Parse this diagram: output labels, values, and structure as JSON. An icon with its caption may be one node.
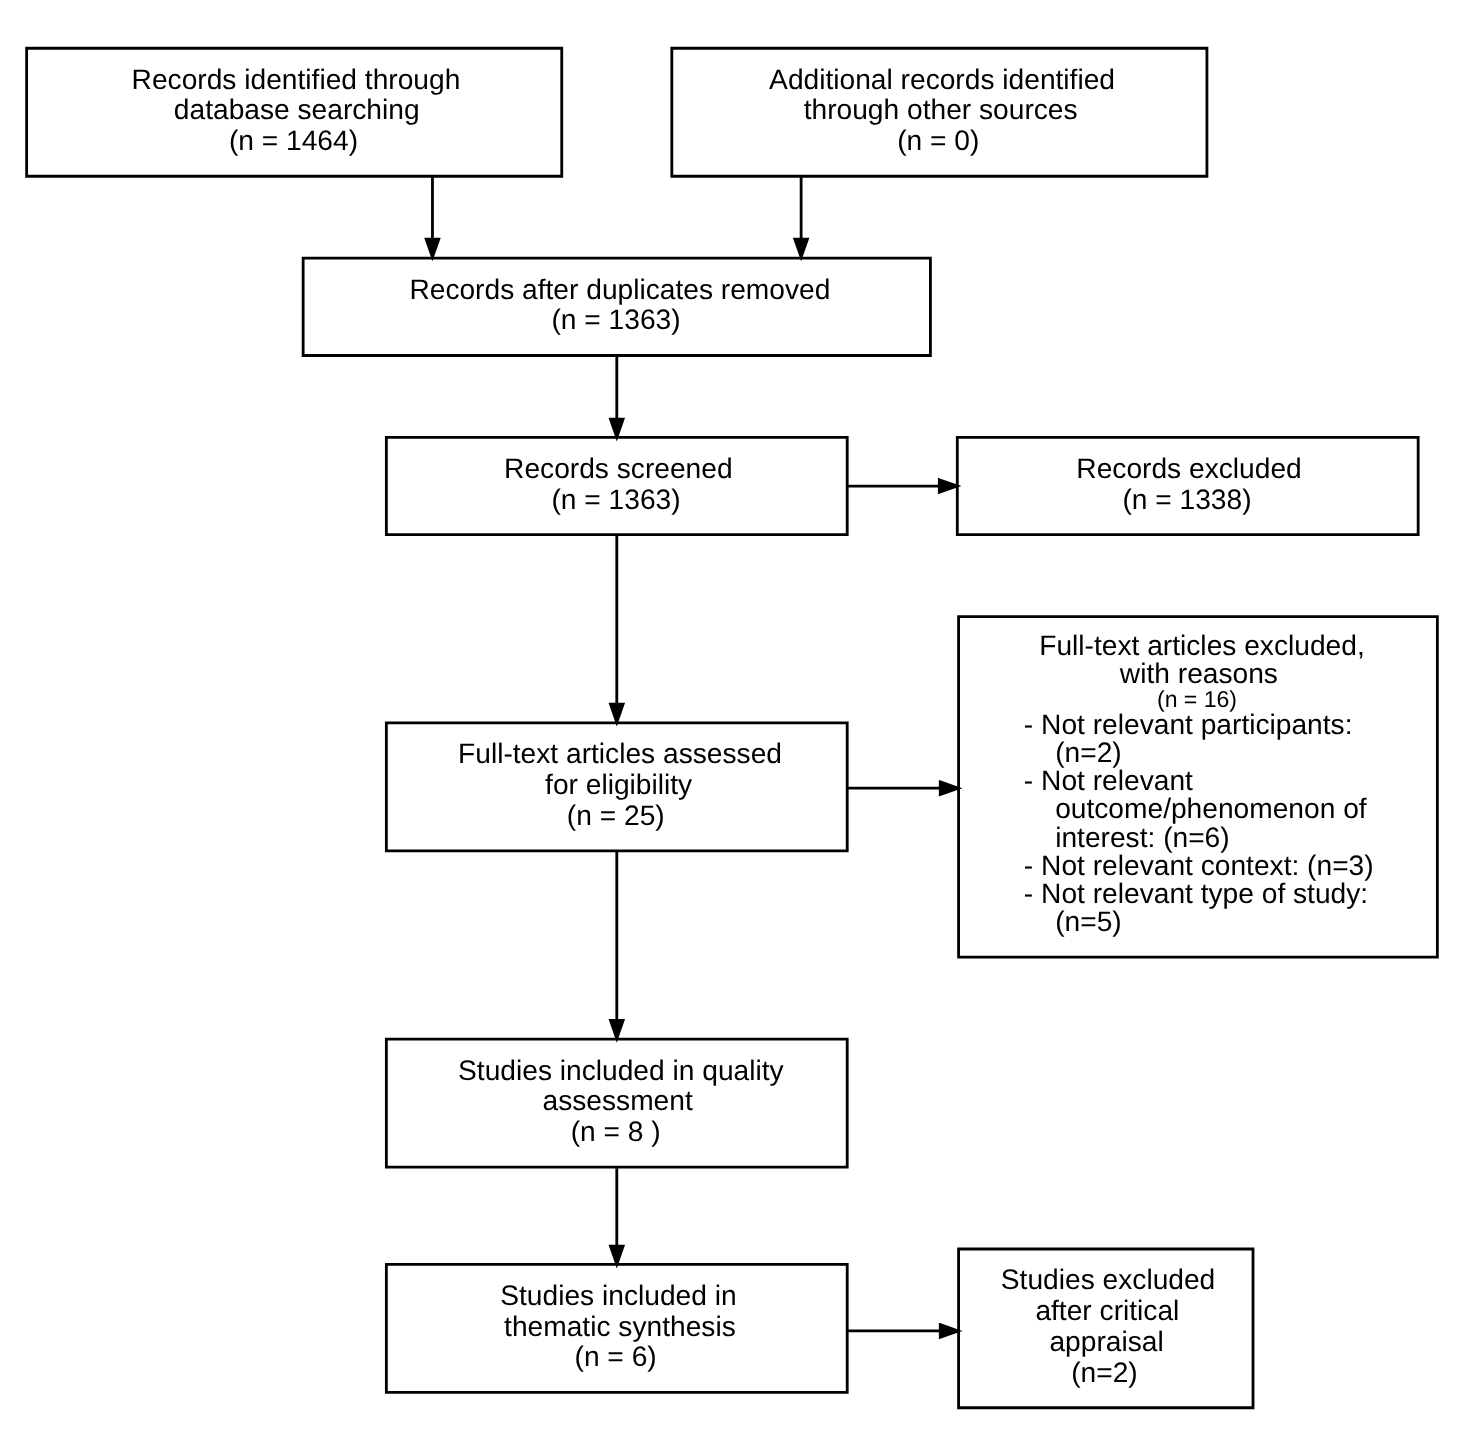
{
  "diagram": {
    "nodes": [
      {
        "text": [
          "Records identified through database searching",
          "(n = 1464)"
        ]
      },
      {
        "text": [
          "Additional records identified through other sources",
          "(n = 0)"
        ]
      },
      {
        "text": [
          "Records after duplicates removed",
          "(n = 1363)"
        ]
      },
      {
        "text": [
          "Records screened",
          "(n = 1363)"
        ]
      },
      {
        "text": [
          "Records excluded",
          "(n = 1338)"
        ]
      },
      {
        "text": [
          "Full-text articles assessed for eligibility",
          "(n = 25)"
        ]
      },
      {
        "text": [
          "Full-text articles excluded, with reasons",
          "(n = 16)",
          "- Not relevant participants: (n=2)",
          "- Not relevant outcome/phenomenon of interest: (n=6)",
          "- Not relevant context: (n=3)",
          "- Not relevant type of study: (n=5)"
        ]
      },
      {
        "text": [
          "Studies included in quality assessment",
          "(n = 8 )"
        ]
      },
      {
        "text": [
          "Studies included in thematic synthesis",
          "(n = 6)"
        ]
      },
      {
        "text": [
          "Studies excluded after critical appraisal",
          "(n=2)"
        ]
      }
    ],
    "edges": [
      {
        "from": 0,
        "to": 2,
        "arrow": "to"
      },
      {
        "from": 1,
        "to": 2,
        "arrow": "to"
      },
      {
        "from": 2,
        "to": 3,
        "arrow": "to"
      },
      {
        "from": 3,
        "to": 4,
        "arrow": "to"
      },
      {
        "from": 3,
        "to": 5,
        "arrow": "to"
      },
      {
        "from": 5,
        "to": 6,
        "arrow": "to"
      },
      {
        "from": 5,
        "to": 7,
        "arrow": "to"
      },
      {
        "from": 7,
        "to": 8,
        "arrow": "to"
      },
      {
        "from": 8,
        "to": 9,
        "arrow": "to"
      }
    ]
  }
}
